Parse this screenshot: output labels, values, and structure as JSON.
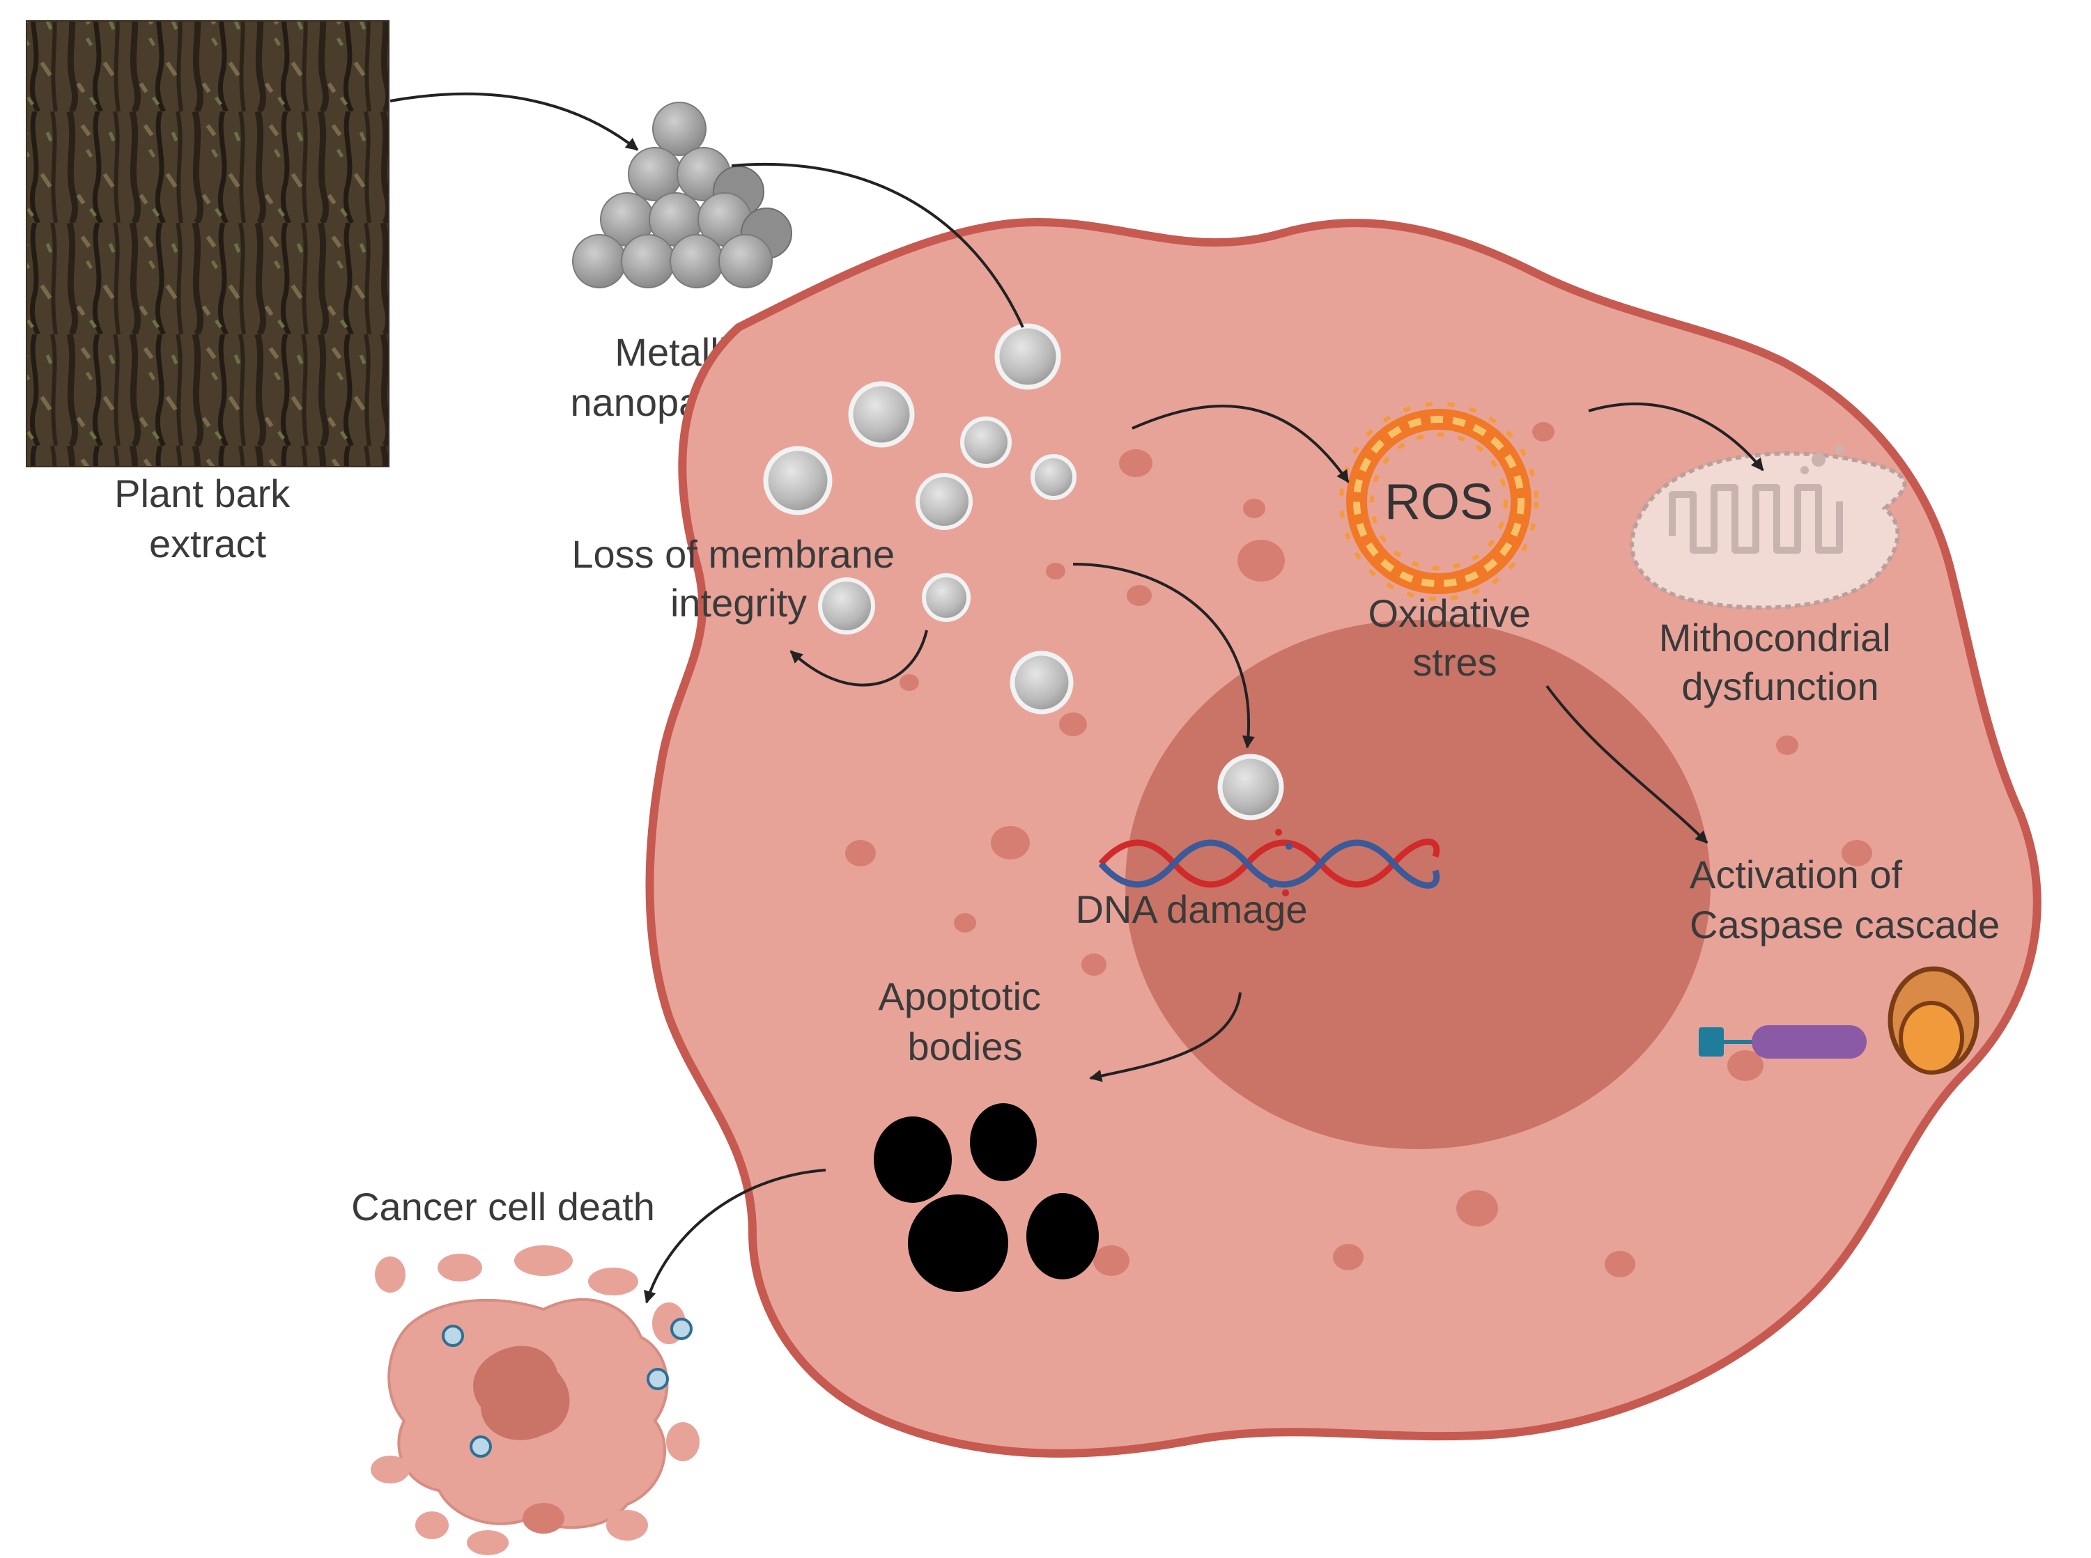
{
  "labels": {
    "plant_bark_line1": "Plant bark",
    "plant_bark_line2": "extract",
    "metallic_line1": "Metallic",
    "metallic_line2": "nanoparticles",
    "membrane_line1": "Loss of membrane",
    "membrane_line2": "integrity",
    "ros": "ROS",
    "oxidative_line1": "Oxidative",
    "oxidative_line2": "stres",
    "mito_line1": "Mithocondrial",
    "mito_line2": "dysfunction",
    "caspase_line1": "Activation of",
    "caspase_line2": "Caspase cascade",
    "dna": "DNA damage",
    "apoptotic_line1": "Apoptotic",
    "apoptotic_line2": "bodies",
    "cancer_death": "Cancer cell death"
  },
  "colors": {
    "cell_fill": "#e8a399",
    "cell_border": "#c65a50",
    "nucleus_fill": "#c97466",
    "vesicle": "#d67e72",
    "nanoparticle": "#c8c8c8",
    "nanoparticle_rim": "#f2f2f2",
    "ros_ring": "#f07826",
    "ros_inner": "#f9c26a",
    "mito": "#f1d9d4",
    "bark": "#4d3e2c",
    "apoptotic_body": "#000000",
    "dna_red": "#d02a2a",
    "dna_blue": "#3a5a9a",
    "caspase_purple": "#8b5aa6",
    "caspase_teal": "#1f7d9b",
    "caspase_orange": "#e48c3a",
    "arrow": "#222222"
  }
}
